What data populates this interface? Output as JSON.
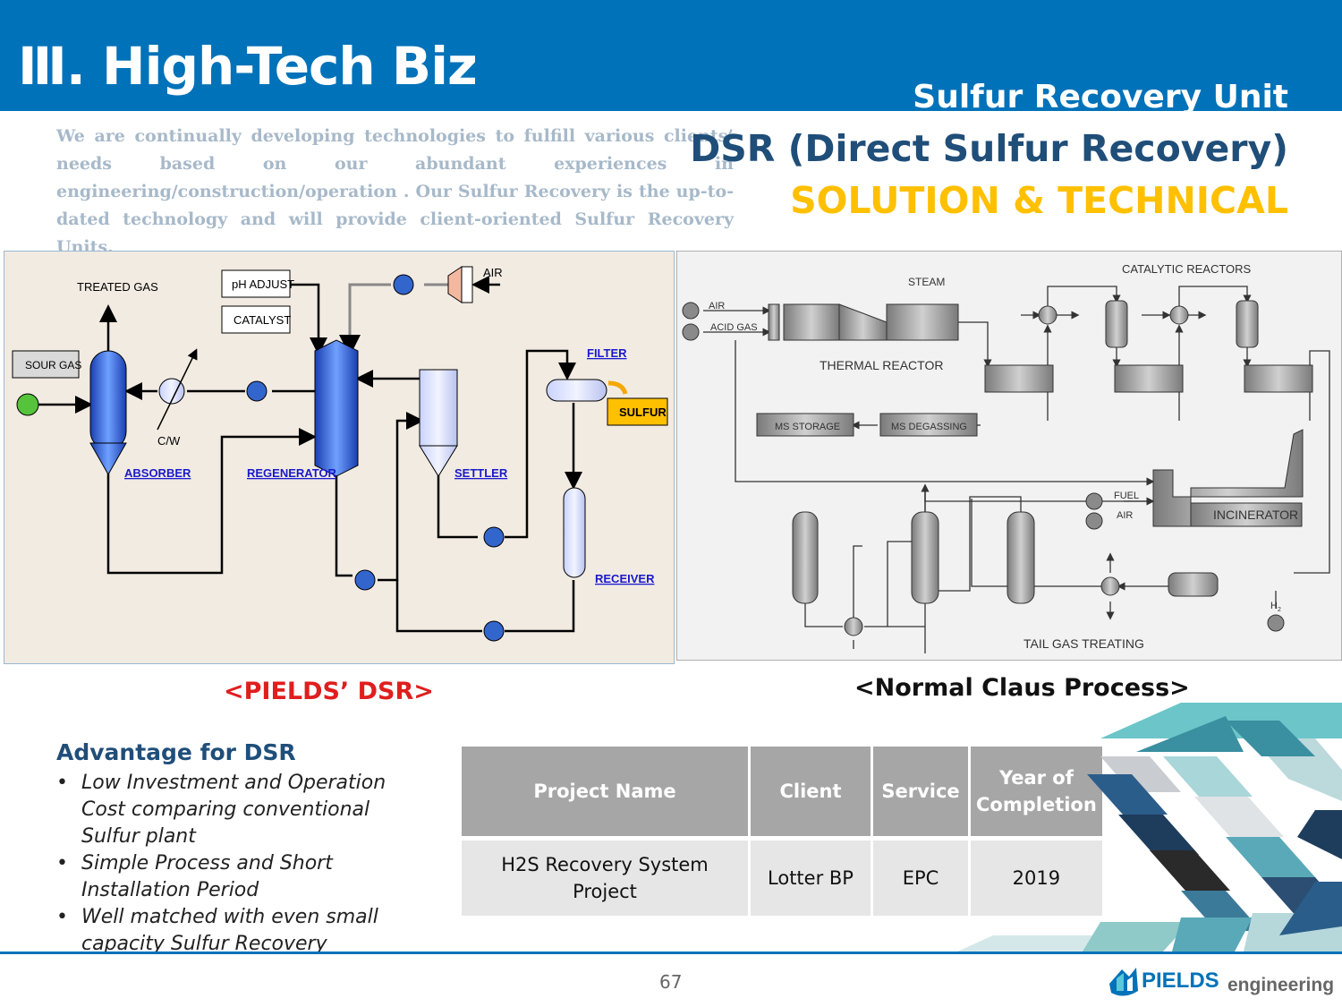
{
  "header": {
    "title": "Ⅲ. High-Tech Biz",
    "unit_label": "Sulfur Recovery Unit"
  },
  "intro": "We are continually developing technologies to fulfill various clients’ needs based on our abundant experiences in engineering/construction/operation . Our Sulfur Recovery is the up-to-dated technology and will provide client-oriented Sulfur Recovery Units.",
  "heading": {
    "dsr": "DSR (Direct Sulfur Recovery)",
    "solution": "SOLUTION & TECHNICAL"
  },
  "dsr_diagram": {
    "caption": "<PIELDS’ DSR>",
    "labels": {
      "treated_gas": "TREATED GAS",
      "ph_adjust": "pH ADJUST",
      "catalyst": "CATALYST",
      "air": "AIR",
      "sour_gas": "SOUR GAS",
      "cw": "C/W",
      "absorber": "ABSORBER",
      "regenerator": "REGENERATOR",
      "settler": "SETTLER",
      "filter": "FILTER",
      "sulfur": "SULFUR",
      "receiver": "RECEIVER"
    }
  },
  "claus_diagram": {
    "caption": "<Normal Claus Process>",
    "labels": {
      "catalytic_reactors": "CATALYTIC REACTORS",
      "steam": "STEAM",
      "air": "AIR",
      "acid_gas": "ACID GAS",
      "thermal_reactor": "THERMAL REACTOR",
      "ms_storage": "MS STORAGE",
      "ms_degassing": "MS DEGASSING",
      "fuel": "FUEL",
      "air2": "AIR",
      "incinerator": "INCINERATOR",
      "h2": "H",
      "h2_sub": "2",
      "tail_gas": "TAIL GAS TREATING"
    }
  },
  "advantages": {
    "title": "Advantage for DSR",
    "items": [
      "Low Investment and Operation Cost comparing conventional Sulfur plant",
      "Simple Process and Short Installation Period",
      "Well matched with even small capacity Sulfur Recovery"
    ]
  },
  "table": {
    "headers": [
      "Project Name",
      "Client",
      "Service",
      "Year of Completion"
    ],
    "rows": [
      [
        "H2S Recovery   System Project",
        "Lotter BP",
        "EPC",
        "2019"
      ]
    ]
  },
  "footer": {
    "page_number": "67",
    "logo_name": "PIELDS",
    "logo_sub": "engineering"
  },
  "colors": {
    "brand_blue": "#0072b9",
    "navy": "#1f4e79",
    "gold": "#ffc000",
    "caption_red": "#e01e1e"
  }
}
